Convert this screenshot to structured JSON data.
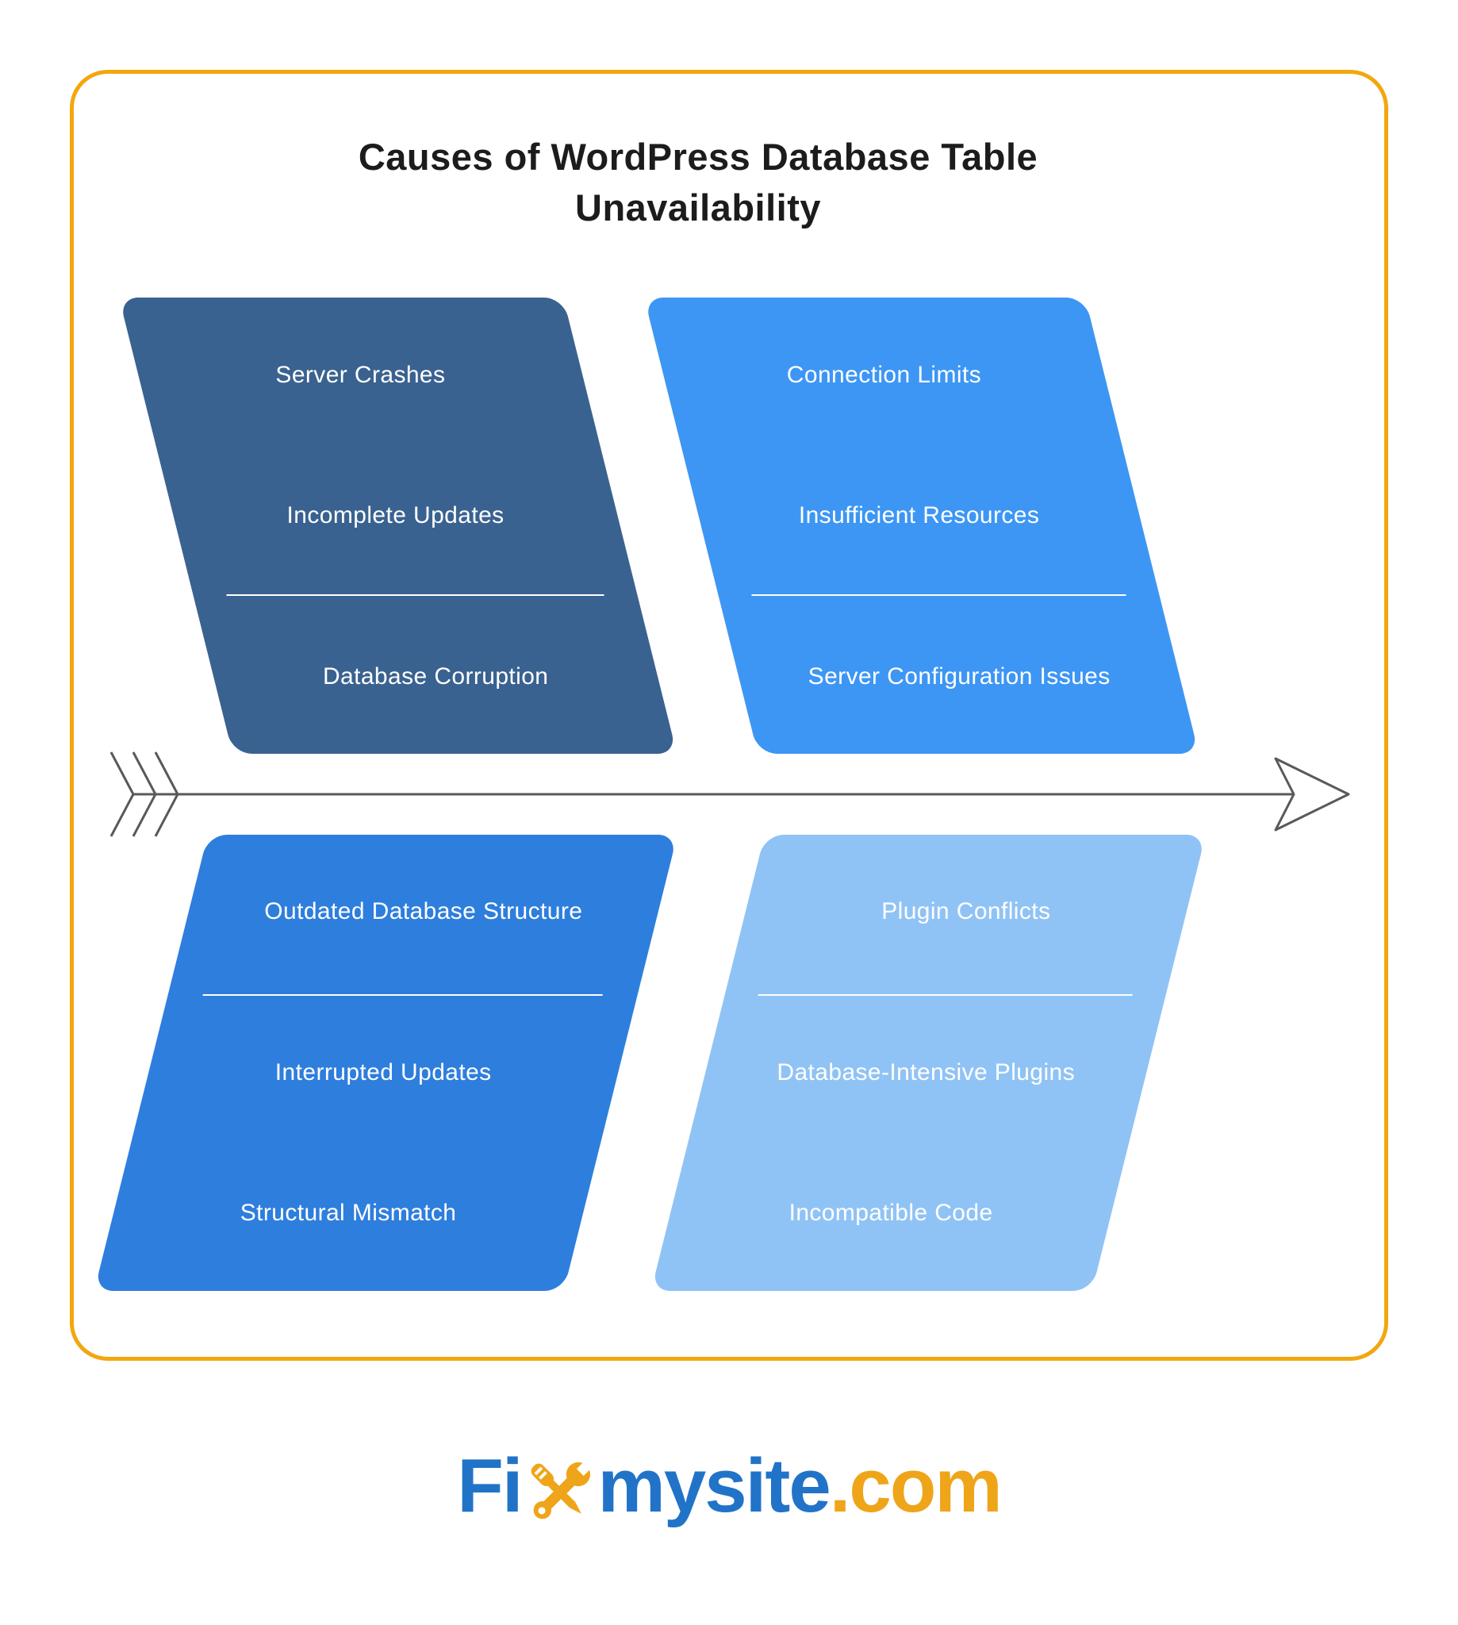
{
  "title": {
    "line1": "Causes of WordPress Database Table",
    "line2": "Unavailability"
  },
  "fishbone": {
    "boxes": [
      {
        "name": "top-left",
        "bg": "#3A6290",
        "items": [
          "Server Crashes",
          "Incomplete Updates",
          "Database Corruption"
        ],
        "divider_position": "after-item-2"
      },
      {
        "name": "top-right",
        "bg": "#3D96F4",
        "items": [
          "Connection Limits",
          "Insufficient Resources",
          "Server Configuration Issues"
        ],
        "divider_position": "after-item-2"
      },
      {
        "name": "bottom-left",
        "bg": "#2E7EDD",
        "items": [
          "Outdated Database Structure",
          "Interrupted Updates",
          "Structural Mismatch"
        ],
        "divider_position": "after-item-1"
      },
      {
        "name": "bottom-right",
        "bg": "#90C3F5",
        "items": [
          "Plugin Conflicts",
          "Database-Intensive Plugins",
          "Incompatible Code"
        ],
        "divider_position": "after-item-1"
      }
    ],
    "arrow": {
      "direction": "right",
      "fletching_chevrons": 3,
      "color": "#57595B"
    }
  },
  "logo": {
    "part1": "Fi",
    "icon": "crossed-wrench-screwdriver-x",
    "part2": "mysite",
    "part3": ".com",
    "blue": "#2173C8",
    "gold": "#EFA519"
  },
  "colors": {
    "card_border": "#F2A70F",
    "title_text": "#1C1C1C",
    "item_text": "#FFFFFF",
    "divider": "#FFFFFF",
    "background": "#FFFFFF"
  }
}
